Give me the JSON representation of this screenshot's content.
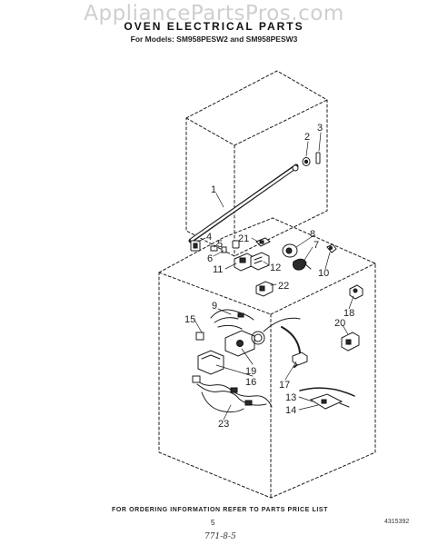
{
  "header": {
    "watermark": "AppliancePartsPros.com",
    "title": "OVEN ELECTRICAL PARTS",
    "subtitle": "For Models: SM958PESW2 and SM958PESW3"
  },
  "callouts": [
    {
      "id": "c1",
      "label": "1"
    },
    {
      "id": "c2",
      "label": "2"
    },
    {
      "id": "c3",
      "label": "3"
    },
    {
      "id": "c4",
      "label": "4"
    },
    {
      "id": "c5",
      "label": "5"
    },
    {
      "id": "c6",
      "label": "6"
    },
    {
      "id": "c7",
      "label": "7"
    },
    {
      "id": "c8",
      "label": "8"
    },
    {
      "id": "c9",
      "label": "9"
    },
    {
      "id": "c10",
      "label": "10"
    },
    {
      "id": "c11",
      "label": "11"
    },
    {
      "id": "c12",
      "label": "12"
    },
    {
      "id": "c13",
      "label": "13"
    },
    {
      "id": "c14",
      "label": "14"
    },
    {
      "id": "c15",
      "label": "15"
    },
    {
      "id": "c16",
      "label": "16"
    },
    {
      "id": "c17",
      "label": "17"
    },
    {
      "id": "c18",
      "label": "18"
    },
    {
      "id": "c19",
      "label": "19"
    },
    {
      "id": "c20",
      "label": "20"
    },
    {
      "id": "c21",
      "label": "21"
    },
    {
      "id": "c22",
      "label": "22"
    },
    {
      "id": "c23",
      "label": "23"
    }
  ],
  "footer": {
    "ordering_note": "FOR ORDERING INFORMATION REFER TO PARTS PRICE LIST",
    "page_number": "5",
    "doc_number": "4315392",
    "handwritten": "771-8-5"
  }
}
